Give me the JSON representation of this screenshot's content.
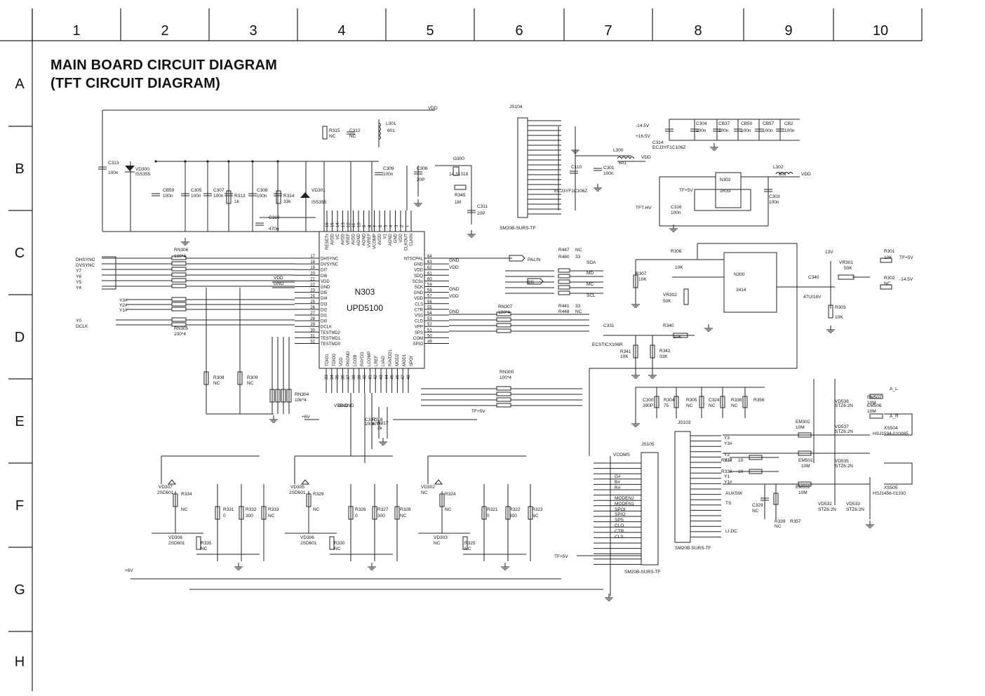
{
  "title": {
    "line1": "MAIN BOARD CIRCUIT DIAGRAM",
    "line2": "(TFT CIRCUIT DIAGRAM)"
  },
  "grid": {
    "columns": [
      "1",
      "2",
      "3",
      "4",
      "5",
      "6",
      "7",
      "8",
      "9",
      "10"
    ],
    "rows": [
      "A",
      "B",
      "C",
      "D",
      "E",
      "F",
      "G",
      "H"
    ]
  },
  "main_ic": {
    "ref": "N303",
    "part": "UPD5100",
    "top_pins": [
      "RESETx",
      "AVDD",
      "VC",
      "AVDD",
      "VREF",
      "AVDD",
      "AGND",
      "AGND",
      "VVREF",
      "VCOMP",
      "AVDD",
      "V1",
      "AGND",
      "GND",
      "VDD",
      "CLKOUT",
      "CLKIN"
    ],
    "top_pin_numbers": [
      "16",
      "15",
      "14",
      "13",
      "12",
      "11",
      "10",
      "9",
      "8",
      "7",
      "6",
      "5",
      "4",
      "3",
      "2",
      "1"
    ],
    "left_pins": [
      {
        "num": "17",
        "name": "DHSYNC"
      },
      {
        "num": "18",
        "name": "DVSYNC"
      },
      {
        "num": "19",
        "name": "DI7"
      },
      {
        "num": "20",
        "name": "DI6"
      },
      {
        "num": "21",
        "name": "VDD"
      },
      {
        "num": "22",
        "name": "GND"
      },
      {
        "num": "23",
        "name": "DI5"
      },
      {
        "num": "24",
        "name": "DI4"
      },
      {
        "num": "25",
        "name": "DI3"
      },
      {
        "num": "26",
        "name": "DI2"
      },
      {
        "num": "27",
        "name": "DI1"
      },
      {
        "num": "28",
        "name": "DI0"
      },
      {
        "num": "29",
        "name": "DCLK"
      },
      {
        "num": "30",
        "name": "TESTMD2"
      },
      {
        "num": "31",
        "name": "TESTMD1"
      },
      {
        "num": "32",
        "name": "TESTMD0"
      }
    ],
    "right_pins": [
      {
        "num": "64",
        "name": "NTSCPAL"
      },
      {
        "num": "63",
        "name": "GND"
      },
      {
        "num": "62",
        "name": "VDD"
      },
      {
        "num": "61",
        "name": "SDQ"
      },
      {
        "num": "60",
        "name": "SCSx"
      },
      {
        "num": "59",
        "name": "SCK"
      },
      {
        "num": "58",
        "name": "GND"
      },
      {
        "num": "57",
        "name": "VDD"
      },
      {
        "num": "56",
        "name": "CLS"
      },
      {
        "num": "55",
        "name": "CTR"
      },
      {
        "num": "54",
        "name": "VSS"
      },
      {
        "num": "53",
        "name": "CLD"
      },
      {
        "num": "52",
        "name": "VPP"
      },
      {
        "num": "51",
        "name": "SPS"
      },
      {
        "num": "50",
        "name": "COM"
      },
      {
        "num": "49",
        "name": "SPIO"
      }
    ],
    "bottom_pins": [
      "TDIO1",
      "TDIO0",
      "VDD",
      "PKGND",
      "LCOB",
      "RAYDD",
      "LCOMP",
      "LREF",
      "LVAD",
      "RAVDD1",
      "MOD2",
      "MOD1",
      "SPOI"
    ],
    "bottom_pin_numbers": [
      "33",
      "34",
      "35",
      "36",
      "37",
      "38",
      "39",
      "40",
      "41",
      "42",
      "43",
      "44",
      "45",
      "46",
      "47",
      "48"
    ]
  },
  "labels": [
    {
      "t": "VDD"
    },
    {
      "t": "L301"
    },
    {
      "t": "601"
    },
    {
      "t": "R315"
    },
    {
      "t": "NC"
    },
    {
      "t": "C312"
    },
    {
      "t": "NC"
    },
    {
      "t": "C313"
    },
    {
      "t": "100n"
    },
    {
      "t": "VD300"
    },
    {
      "t": "ISS355"
    },
    {
      "t": "CB59"
    },
    {
      "t": "100n"
    },
    {
      "t": "C305"
    },
    {
      "t": "100n"
    },
    {
      "t": "C307"
    },
    {
      "t": "100n"
    },
    {
      "t": "R313"
    },
    {
      "t": "1k"
    },
    {
      "t": "C308"
    },
    {
      "t": "100n"
    },
    {
      "t": "R314"
    },
    {
      "t": "33k"
    },
    {
      "t": "VD301"
    },
    {
      "t": "ISS355"
    },
    {
      "t": "C309"
    },
    {
      "t": "100n"
    },
    {
      "t": "C306"
    },
    {
      "t": "20P"
    },
    {
      "t": "G300"
    },
    {
      "t": "14.31318"
    },
    {
      "t": "R345"
    },
    {
      "t": "1M"
    },
    {
      "t": "C311"
    },
    {
      "t": "20P"
    },
    {
      "t": "C310"
    },
    {
      "t": "470n"
    },
    {
      "t": "RN306"
    },
    {
      "t": "100*4"
    },
    {
      "t": "DHSYNC"
    },
    {
      "t": "DVSYNC"
    },
    {
      "t": "Y7"
    },
    {
      "t": "Y6"
    },
    {
      "t": "Y5"
    },
    {
      "t": "Y4"
    },
    {
      "t": "VDD"
    },
    {
      "t": "GND"
    },
    {
      "t": "Y3#"
    },
    {
      "t": "Y2#"
    },
    {
      "t": "Y1#"
    },
    {
      "t": "Y0"
    },
    {
      "t": "DCLK"
    },
    {
      "t": "RN305"
    },
    {
      "t": "100*4"
    },
    {
      "t": "PAL/N"
    },
    {
      "t": "R447"
    },
    {
      "t": "NC"
    },
    {
      "t": "R480"
    },
    {
      "t": "33"
    },
    {
      "t": "SDA"
    },
    {
      "t": "MD"
    },
    {
      "t": "CS"
    },
    {
      "t": "MC"
    },
    {
      "t": "SCL"
    },
    {
      "t": "R441"
    },
    {
      "t": "33"
    },
    {
      "t": "R448"
    },
    {
      "t": "NC"
    },
    {
      "t": "GND"
    },
    {
      "t": "VDD"
    },
    {
      "t": "GND"
    },
    {
      "t": "VDD"
    },
    {
      "t": "GND"
    },
    {
      "t": "RN307"
    },
    {
      "t": "100*4"
    },
    {
      "t": "R308"
    },
    {
      "t": "NC"
    },
    {
      "t": "R309"
    },
    {
      "t": "NC"
    },
    {
      "t": "RN304"
    },
    {
      "t": "10k*4"
    },
    {
      "t": "+6V"
    },
    {
      "t": "VDD"
    },
    {
      "t": "GND"
    },
    {
      "t": "GND"
    },
    {
      "t": "C317"
    },
    {
      "t": "100n"
    },
    {
      "t": "R318"
    },
    {
      "t": "470n"
    },
    {
      "t": "R317"
    },
    {
      "t": "2k"
    },
    {
      "t": "TF+5V"
    },
    {
      "t": "RN300"
    },
    {
      "t": "100*4"
    },
    {
      "t": "JS104"
    },
    {
      "t": "SM20B-SURS-TF"
    },
    {
      "t": "-14.5V"
    },
    {
      "t": "+16.5V"
    },
    {
      "t": "L300"
    },
    {
      "t": "601"
    },
    {
      "t": "VDD"
    },
    {
      "t": "C110"
    },
    {
      "t": "ECJ3YF1C106Z"
    },
    {
      "t": "C301"
    },
    {
      "t": "100n"
    },
    {
      "t": "TFT-HV"
    },
    {
      "t": "C314"
    },
    {
      "t": "ECJ3YF1C106Z"
    },
    {
      "t": "C304"
    },
    {
      "t": "100n"
    },
    {
      "t": "CB37"
    },
    {
      "t": "100n"
    },
    {
      "t": "CB50"
    },
    {
      "t": "100n"
    },
    {
      "t": "CB57"
    },
    {
      "t": "100n"
    },
    {
      "t": "CB2"
    },
    {
      "t": "100n"
    },
    {
      "t": "N302"
    },
    {
      "t": "1R33"
    },
    {
      "t": "L302"
    },
    {
      "t": "601"
    },
    {
      "t": "VDD"
    },
    {
      "t": "TF+5V"
    },
    {
      "t": "C303"
    },
    {
      "t": "100n"
    },
    {
      "t": "C316"
    },
    {
      "t": "100n"
    },
    {
      "t": "R306"
    },
    {
      "t": "10K"
    },
    {
      "t": "N300"
    },
    {
      "t": "3414"
    },
    {
      "t": "R307"
    },
    {
      "t": "10K"
    },
    {
      "t": "VR302"
    },
    {
      "t": "50K"
    },
    {
      "t": "C340"
    },
    {
      "t": "47U/16V"
    },
    {
      "t": "13V"
    },
    {
      "t": "VR301"
    },
    {
      "t": "50K"
    },
    {
      "t": "R301"
    },
    {
      "t": "10K"
    },
    {
      "t": "TF+5V"
    },
    {
      "t": "R302"
    },
    {
      "t": "NC"
    },
    {
      "t": "-14.5V"
    },
    {
      "t": "R303"
    },
    {
      "t": "10K"
    },
    {
      "t": "R340"
    },
    {
      "t": "10K"
    },
    {
      "t": "C331"
    },
    {
      "t": "ECSTICX106R"
    },
    {
      "t": "R341"
    },
    {
      "t": "10K"
    },
    {
      "t": "R342"
    },
    {
      "t": "33K"
    },
    {
      "t": "C300"
    },
    {
      "t": "390P"
    },
    {
      "t": "R304"
    },
    {
      "t": "75"
    },
    {
      "t": "R305"
    },
    {
      "t": "NC"
    },
    {
      "t": "C324"
    },
    {
      "t": "NC"
    },
    {
      "t": "R336"
    },
    {
      "t": "NC"
    },
    {
      "t": "R356"
    },
    {
      "t": "JS103"
    },
    {
      "t": "EM507"
    },
    {
      "t": "10M"
    },
    {
      "t": "A_L"
    },
    {
      "t": "EM506"
    },
    {
      "t": "10M"
    },
    {
      "t": "A_R"
    },
    {
      "t": "VD536"
    },
    {
      "t": "STZ6.2N"
    },
    {
      "t": "VD537"
    },
    {
      "t": "STZ6.2N"
    },
    {
      "t": "EM302"
    },
    {
      "t": "10M"
    },
    {
      "t": "XS504"
    },
    {
      "t": "HSJ1594-010065"
    },
    {
      "t": "Y3"
    },
    {
      "t": "Y3#"
    },
    {
      "t": "Y2"
    },
    {
      "t": "Y2#"
    },
    {
      "t": "R337"
    },
    {
      "t": "10"
    },
    {
      "t": "EM501"
    },
    {
      "t": "10M"
    },
    {
      "t": "VD535"
    },
    {
      "t": "STZ6.2N"
    },
    {
      "t": "R338"
    },
    {
      "t": "10"
    },
    {
      "t": "Y1"
    },
    {
      "t": "Y1#"
    },
    {
      "t": "EM502"
    },
    {
      "t": "10M"
    },
    {
      "t": "XS505"
    },
    {
      "t": "HSJ1456-01330"
    },
    {
      "t": "AUXSW"
    },
    {
      "t": "TS"
    },
    {
      "t": "C329"
    },
    {
      "t": "NC"
    },
    {
      "t": "R339"
    },
    {
      "t": "NC"
    },
    {
      "t": "R357"
    },
    {
      "t": "VD532"
    },
    {
      "t": "STZ6.2N"
    },
    {
      "t": "VD533"
    },
    {
      "t": "STZ6.2N"
    },
    {
      "t": "LI-DC"
    },
    {
      "t": "SM20B-SURS-TF"
    },
    {
      "t": "VCOMS"
    },
    {
      "t": "JS105"
    },
    {
      "t": "G#"
    },
    {
      "t": "B#"
    },
    {
      "t": "R#"
    },
    {
      "t": "MODEN2"
    },
    {
      "t": "MODEN1"
    },
    {
      "t": "SPOI"
    },
    {
      "t": "SPIO"
    },
    {
      "t": "SPS"
    },
    {
      "t": "CLO"
    },
    {
      "t": "CTR"
    },
    {
      "t": "CLS"
    },
    {
      "t": "TF+5V"
    },
    {
      "t": "SM20B-SURS-TF"
    },
    {
      "t": "VD307"
    },
    {
      "t": "2SD601"
    },
    {
      "t": "R334"
    },
    {
      "t": "NC"
    },
    {
      "t": "R331"
    },
    {
      "t": "0"
    },
    {
      "t": "R332"
    },
    {
      "t": "300"
    },
    {
      "t": "R333"
    },
    {
      "t": "NC"
    },
    {
      "t": "VD308"
    },
    {
      "t": "2SD601"
    },
    {
      "t": "R335"
    },
    {
      "t": "NC"
    },
    {
      "t": "+6V"
    },
    {
      "t": "VD305"
    },
    {
      "t": "2SD601"
    },
    {
      "t": "R329"
    },
    {
      "t": "NC"
    },
    {
      "t": "R326"
    },
    {
      "t": "0"
    },
    {
      "t": "R327"
    },
    {
      "t": "300"
    },
    {
      "t": "R328"
    },
    {
      "t": "NC"
    },
    {
      "t": "VD306"
    },
    {
      "t": "2SD601"
    },
    {
      "t": "R330"
    },
    {
      "t": "NC"
    },
    {
      "t": "VD302"
    },
    {
      "t": "NC"
    },
    {
      "t": "R324"
    },
    {
      "t": "NC"
    },
    {
      "t": "R321"
    },
    {
      "t": "0"
    },
    {
      "t": "R322"
    },
    {
      "t": "300"
    },
    {
      "t": "R323"
    },
    {
      "t": "NC"
    },
    {
      "t": "VD303"
    },
    {
      "t": "NC"
    },
    {
      "t": "R325"
    },
    {
      "t": "NC"
    }
  ]
}
